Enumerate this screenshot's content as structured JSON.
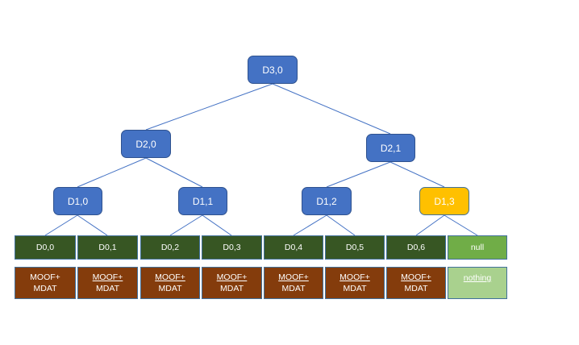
{
  "tree": {
    "root": {
      "label": "D3,0"
    },
    "level2": [
      {
        "label": "D2,0"
      },
      {
        "label": "D2,1"
      }
    ],
    "level1": [
      {
        "label": "D1,0"
      },
      {
        "label": "D1,1"
      },
      {
        "label": "D1,2"
      },
      {
        "label": "D1,3"
      }
    ],
    "leaves": [
      {
        "label": "D0,0"
      },
      {
        "label": "D0,1"
      },
      {
        "label": "D0,2"
      },
      {
        "label": "D0,3"
      },
      {
        "label": "D0,4"
      },
      {
        "label": "D0,5"
      },
      {
        "label": "D0,6"
      },
      {
        "label": "null"
      }
    ],
    "boxes": [
      {
        "line1": "MOOF+",
        "line2": "MDAT"
      },
      {
        "line1": "MOOF+",
        "line2": "MDAT"
      },
      {
        "line1": "MOOF+",
        "line2": "MDAT"
      },
      {
        "line1": "MOOF+",
        "line2": "MDAT"
      },
      {
        "line1": "MOOF+",
        "line2": "MDAT"
      },
      {
        "line1": "MOOF+",
        "line2": "MDAT"
      },
      {
        "line1": "MOOF+",
        "line2": "MDAT"
      },
      {
        "line1": "nothing",
        "line2": ""
      }
    ]
  },
  "colors": {
    "node_fill": "#4472c4",
    "node_highlight": "#ffc000",
    "leaf_fill": "#375623",
    "null_fill": "#70ad47",
    "box_fill": "#843c0c",
    "nothing_fill": "#a9d18e",
    "edge": "#4472c4"
  }
}
